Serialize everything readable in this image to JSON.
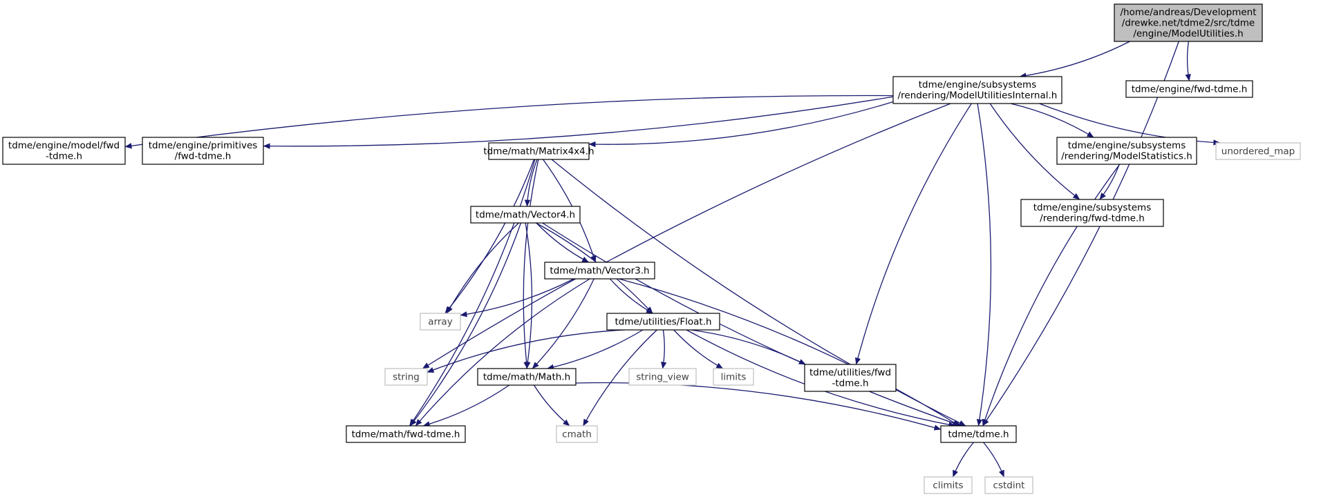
{
  "colors": {
    "edge": "#191970",
    "root_fill": "#bfbfbf",
    "node_border": "#000000",
    "external_border": "#bfbfbf",
    "external_text": "#404040",
    "text": "#000000"
  },
  "nodes": [
    {
      "id": "root",
      "kind": "root",
      "lines": [
        "/home/andreas/Development",
        "/drewke.net/tdme2/src/tdme",
        "/engine/ModelUtilities.h"
      ]
    },
    {
      "id": "mui",
      "kind": "doc",
      "lines": [
        "tdme/engine/subsystems",
        "/rendering/ModelUtilitiesInternal.h"
      ]
    },
    {
      "id": "fwdengine",
      "kind": "doc",
      "lines": [
        "tdme/engine/fwd-tdme.h"
      ]
    },
    {
      "id": "modelfwd",
      "kind": "doc",
      "lines": [
        "tdme/engine/model/fwd",
        "-tdme.h"
      ]
    },
    {
      "id": "primfwd",
      "kind": "doc",
      "lines": [
        "tdme/engine/primitives",
        "/fwd-tdme.h"
      ]
    },
    {
      "id": "matrix",
      "kind": "doc",
      "lines": [
        "tdme/math/Matrix4x4.h"
      ]
    },
    {
      "id": "modelstats",
      "kind": "doc",
      "lines": [
        "tdme/engine/subsystems",
        "/rendering/ModelStatistics.h"
      ]
    },
    {
      "id": "unordered",
      "kind": "external",
      "lines": [
        "unordered_map"
      ]
    },
    {
      "id": "vector4",
      "kind": "doc",
      "lines": [
        "tdme/math/Vector4.h"
      ]
    },
    {
      "id": "renderfwd",
      "kind": "doc",
      "lines": [
        "tdme/engine/subsystems",
        "/rendering/fwd-tdme.h"
      ]
    },
    {
      "id": "vector3",
      "kind": "doc",
      "lines": [
        "tdme/math/Vector3.h"
      ]
    },
    {
      "id": "array",
      "kind": "external",
      "lines": [
        "array"
      ]
    },
    {
      "id": "float",
      "kind": "doc",
      "lines": [
        "tdme/utilities/Float.h"
      ]
    },
    {
      "id": "string",
      "kind": "external",
      "lines": [
        "string"
      ]
    },
    {
      "id": "math",
      "kind": "doc",
      "lines": [
        "tdme/math/Math.h"
      ]
    },
    {
      "id": "string_view",
      "kind": "external",
      "lines": [
        "string_view"
      ]
    },
    {
      "id": "limits",
      "kind": "external",
      "lines": [
        "limits"
      ]
    },
    {
      "id": "utilfwd",
      "kind": "doc",
      "lines": [
        "tdme/utilities/fwd",
        "-tdme.h"
      ]
    },
    {
      "id": "mathfwd",
      "kind": "doc",
      "lines": [
        "tdme/math/fwd-tdme.h"
      ]
    },
    {
      "id": "cmath",
      "kind": "external",
      "lines": [
        "cmath"
      ]
    },
    {
      "id": "tdme",
      "kind": "doc",
      "lines": [
        "tdme/tdme.h"
      ]
    },
    {
      "id": "climits",
      "kind": "external",
      "lines": [
        "climits"
      ]
    },
    {
      "id": "cstdint",
      "kind": "external",
      "lines": [
        "cstdint"
      ]
    }
  ],
  "edges": [
    {
      "from": "root",
      "to": "mui"
    },
    {
      "from": "root",
      "to": "fwdengine"
    },
    {
      "from": "root",
      "to": "tdme"
    },
    {
      "from": "mui",
      "to": "modelfwd"
    },
    {
      "from": "mui",
      "to": "primfwd"
    },
    {
      "from": "mui",
      "to": "string"
    },
    {
      "from": "mui",
      "to": "matrix"
    },
    {
      "from": "mui",
      "to": "utilfwd"
    },
    {
      "from": "mui",
      "to": "tdme"
    },
    {
      "from": "mui",
      "to": "renderfwd"
    },
    {
      "from": "mui",
      "to": "modelstats"
    },
    {
      "from": "mui",
      "to": "unordered"
    },
    {
      "from": "matrix",
      "to": "mathfwd"
    },
    {
      "from": "matrix",
      "to": "math"
    },
    {
      "from": "matrix",
      "to": "array"
    },
    {
      "from": "matrix",
      "to": "vector4"
    },
    {
      "from": "matrix",
      "to": "vector3"
    },
    {
      "from": "matrix",
      "to": "tdme"
    },
    {
      "from": "modelstats",
      "to": "renderfwd"
    },
    {
      "from": "modelstats",
      "to": "tdme"
    },
    {
      "from": "vector4",
      "to": "mathfwd"
    },
    {
      "from": "vector4",
      "to": "array"
    },
    {
      "from": "vector4",
      "to": "math"
    },
    {
      "from": "vector4",
      "to": "vector3"
    },
    {
      "from": "vector4",
      "to": "float"
    },
    {
      "from": "vector4",
      "to": "tdme"
    },
    {
      "from": "vector3",
      "to": "array"
    },
    {
      "from": "vector3",
      "to": "mathfwd"
    },
    {
      "from": "vector3",
      "to": "math"
    },
    {
      "from": "vector3",
      "to": "float"
    },
    {
      "from": "vector3",
      "to": "tdme"
    },
    {
      "from": "float",
      "to": "string"
    },
    {
      "from": "float",
      "to": "math"
    },
    {
      "from": "float",
      "to": "cmath"
    },
    {
      "from": "float",
      "to": "string_view"
    },
    {
      "from": "float",
      "to": "limits"
    },
    {
      "from": "float",
      "to": "utilfwd"
    },
    {
      "from": "float",
      "to": "tdme"
    },
    {
      "from": "math",
      "to": "mathfwd"
    },
    {
      "from": "math",
      "to": "cmath"
    },
    {
      "from": "math",
      "to": "tdme"
    },
    {
      "from": "tdme",
      "to": "climits"
    },
    {
      "from": "tdme",
      "to": "cstdint"
    }
  ]
}
